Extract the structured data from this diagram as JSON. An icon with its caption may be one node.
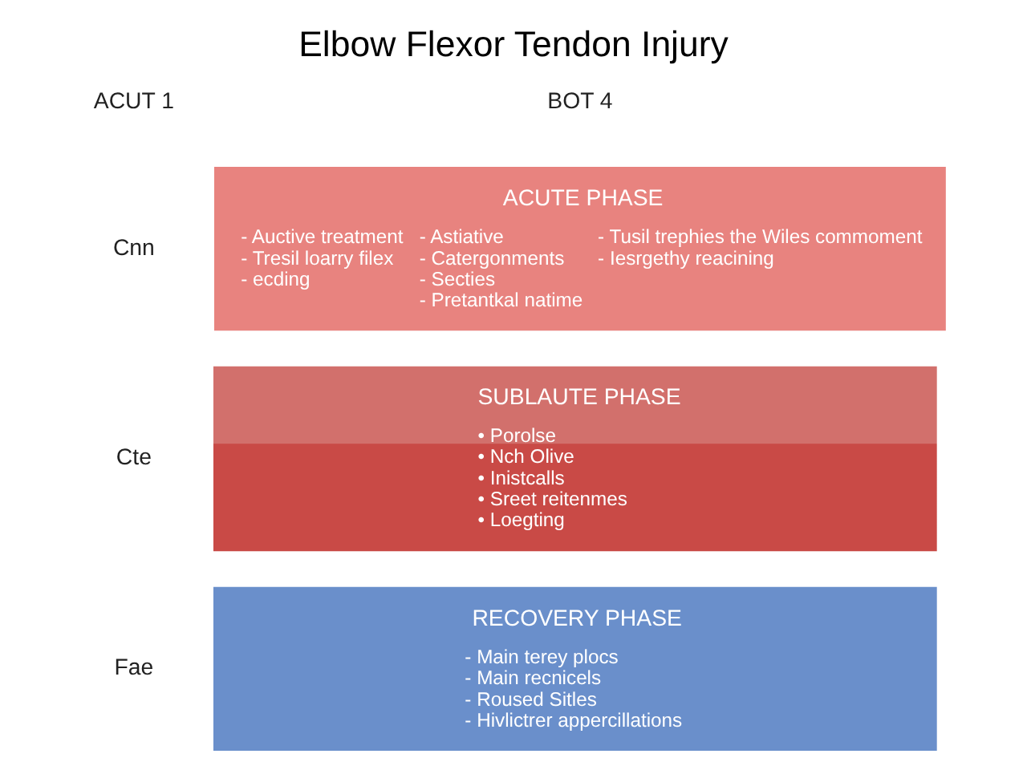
{
  "diagram": {
    "title": "Elbow Flexor Tendon Injury",
    "nodes": [
      {
        "text": [
          "ACUTE PHASE",
          "- Auctive treatment",
          "- Tresil loarry filex",
          "- ecding",
          "- Astiative",
          "- Catergonments",
          "- Secties",
          "- Pretantkal natime",
          "- Tusil trephies the Wiles commoment",
          "- Iesrgethy reacining"
        ]
      },
      {
        "text": [
          "SUBLAUTE PHASE",
          "• Porolse",
          "• Nch Olive",
          "• Inistcalls",
          "• Sreet reitenmes",
          "• Loegting"
        ]
      },
      {
        "text": [
          "RECOVERY PHASE",
          "- Main terey plocs",
          "- Main recnicels",
          "- Roused Sitles",
          "- Hivlictrer appercillations"
        ]
      }
    ],
    "edges": [],
    "labels": [
      "ACUT 1",
      "BOT 4",
      "Cnn",
      "Cte",
      "Fae"
    ]
  }
}
